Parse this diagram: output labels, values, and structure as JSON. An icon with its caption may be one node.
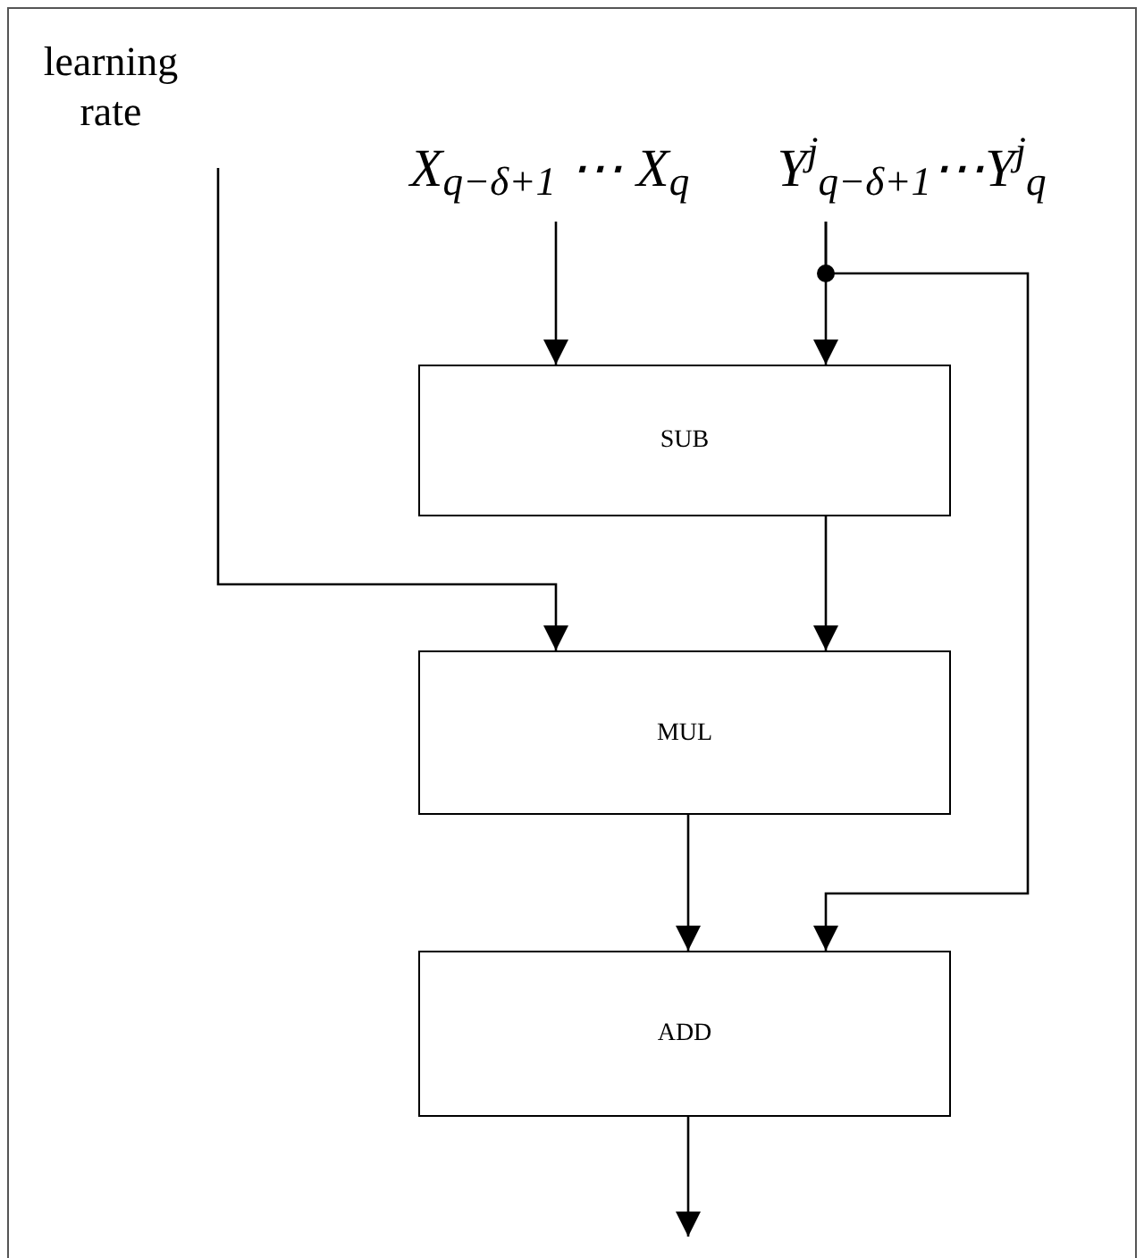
{
  "diagram": {
    "nodes": [
      {
        "text": [
          "learning rate"
        ]
      },
      {
        "text": [
          "X$_{q−δ+1}$ ⋯ X$_{q}$"
        ]
      },
      {
        "text": [
          "Y$^{j}$$_{q−δ+1}$⋯Y$^{j}$$_{q}$"
        ]
      },
      {
        "text": [
          "SUB"
        ]
      },
      {
        "text": [
          "MUL"
        ]
      },
      {
        "text": [
          "ADD"
        ]
      }
    ],
    "edges": [
      {
        "from": 0,
        "to": 4,
        "arrow": "to"
      },
      {
        "from": 1,
        "to": 3,
        "arrow": "to"
      },
      {
        "from": 2,
        "to": 3,
        "arrow": "to"
      },
      {
        "from": 2,
        "to": 5,
        "arrow": "to"
      },
      {
        "from": 3,
        "to": 4,
        "arrow": "to"
      },
      {
        "from": 4,
        "to": 5,
        "arrow": "to"
      },
      {
        "from": 5,
        "to": null,
        "arrow": "to"
      }
    ]
  }
}
